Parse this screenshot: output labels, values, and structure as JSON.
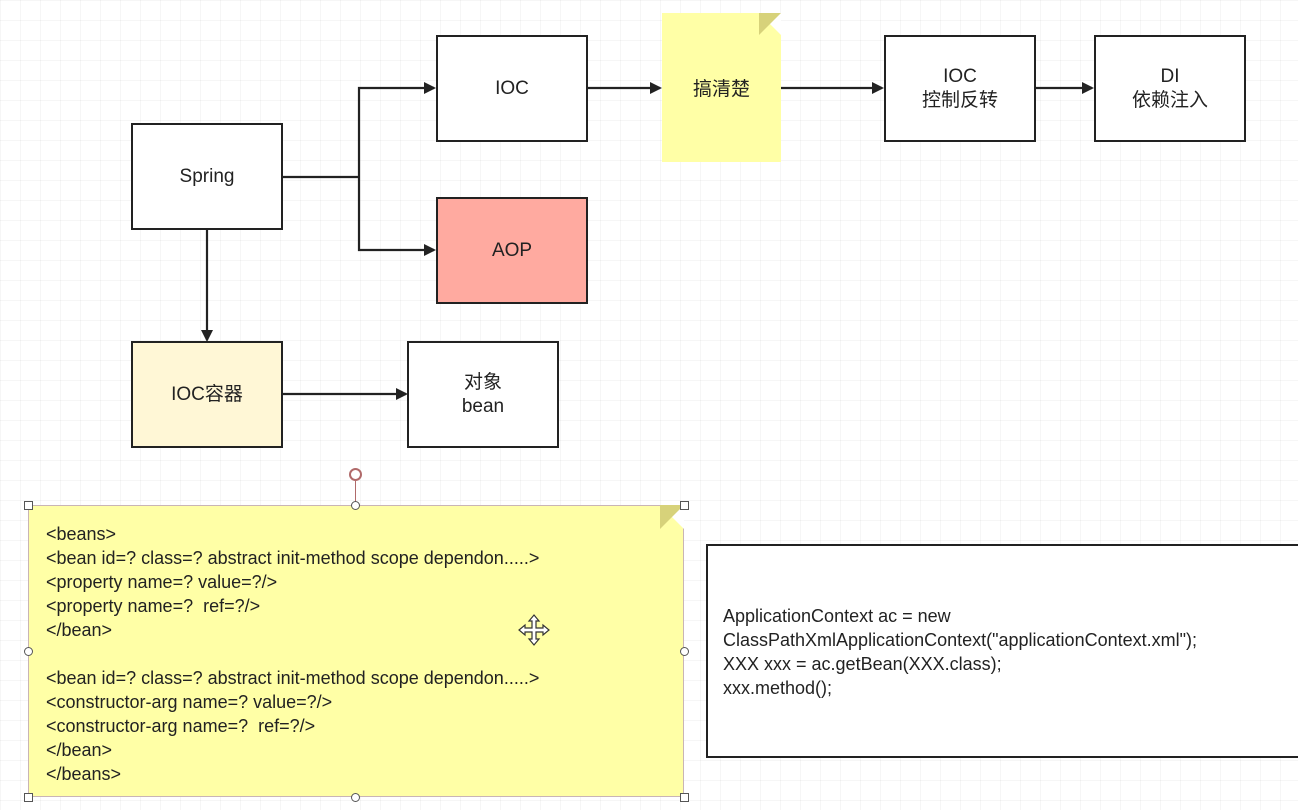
{
  "nodes": {
    "spring": "Spring",
    "ioc": "IOC",
    "aop": "AOP",
    "ioc_container": "IOC容器",
    "object_bean": [
      "对象",
      "bean"
    ],
    "sticky": "搞清楚",
    "ioc_inversion": [
      "IOC",
      "控制反转"
    ],
    "di": [
      "DI",
      "依赖注入"
    ]
  },
  "xml_note": {
    "lines": [
      "<beans>",
      "<bean id=? class=? abstract init-method scope dependon.....>",
      "<property name=? value=?/>",
      "<property name=?  ref=?/>",
      "</bean>",
      "",
      "<bean id=? class=? abstract init-method scope dependon.....>",
      "<constructor-arg name=? value=?/>",
      "<constructor-arg name=?  ref=?/>",
      "</bean>",
      "</beans>"
    ]
  },
  "java_box": {
    "lines": [
      "ApplicationContext ac = new",
      "ClassPathXmlApplicationContext(\"applicationContext.xml\");",
      "XXX xxx = ac.getBean(XXX.class);",
      "xxx.method();"
    ]
  },
  "colors": {
    "sticky": "#ffffa6",
    "aop_fill": "#ffaaa0",
    "container_fill": "#fff7d6",
    "border": "#222222"
  }
}
